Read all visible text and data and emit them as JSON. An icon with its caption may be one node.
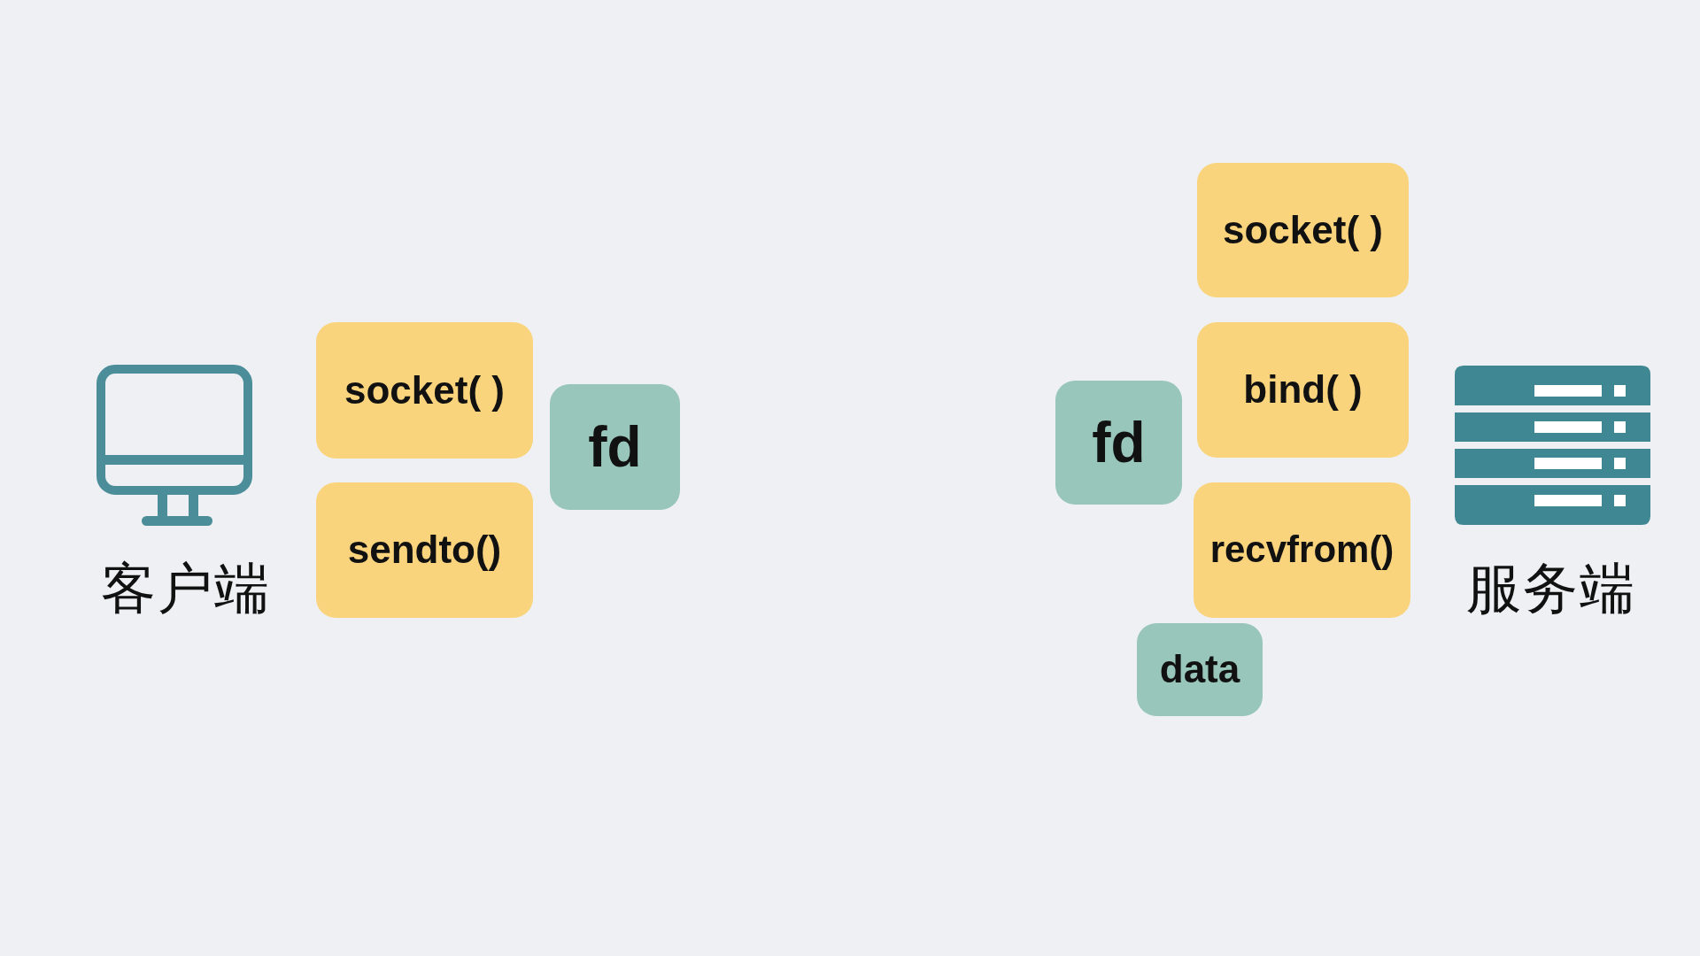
{
  "diagram": {
    "nodes": [
      {
        "text": [
          "socket( )"
        ]
      },
      {
        "text": [
          "sendto()"
        ]
      },
      {
        "text": [
          "fd"
        ]
      },
      {
        "text": [
          "socket( )"
        ]
      },
      {
        "text": [
          "bind( )"
        ]
      },
      {
        "text": [
          "fd"
        ]
      },
      {
        "text": [
          "recvfrom()"
        ]
      },
      {
        "text": [
          "data"
        ]
      }
    ],
    "labels": [
      "客户端",
      "服务端"
    ]
  }
}
